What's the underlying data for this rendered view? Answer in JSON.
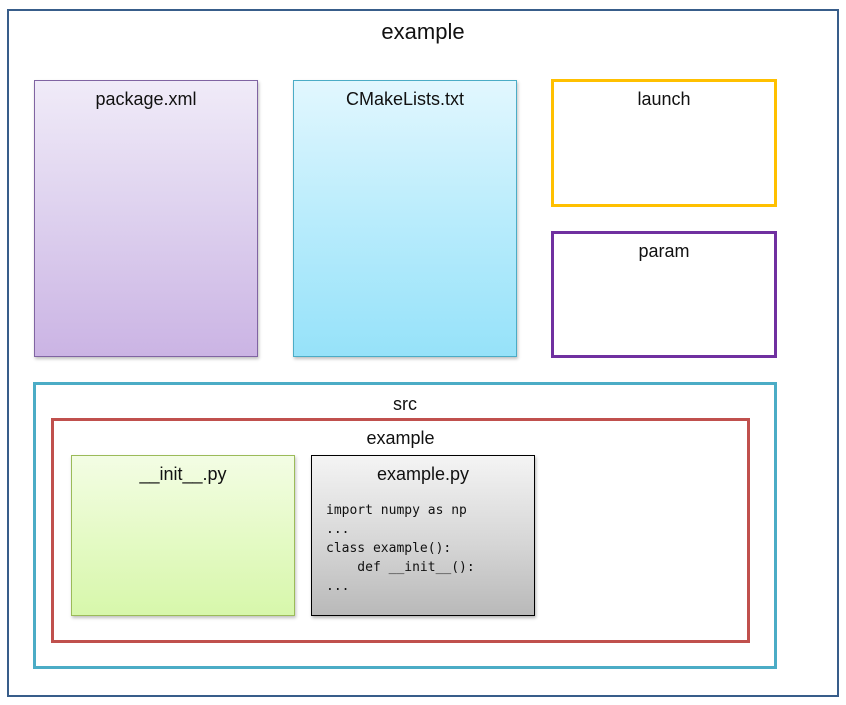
{
  "root": {
    "label": "example"
  },
  "files": {
    "package_xml": "package.xml",
    "cmakelists": "CMakeLists.txt"
  },
  "folders": {
    "launch": "launch",
    "param": "param",
    "src": "src",
    "package": "example"
  },
  "src_files": {
    "init_py": "__init__.py",
    "example_py": {
      "label": "example.py",
      "code_lines": [
        "import numpy as np",
        "...",
        "class example():",
        "    def __init__():",
        "..."
      ]
    }
  },
  "colors": {
    "outer_border": "#385d8a",
    "package_xml_fill": "#ddd0ee",
    "cmakelists_fill": "#b9ecfc",
    "launch_border": "#ffc000",
    "param_border": "#7030a0",
    "src_border": "#4bacc6",
    "package_border": "#c0504d",
    "init_py_fill": "#e5fac6",
    "example_py_fill": "#d6d6d6"
  }
}
